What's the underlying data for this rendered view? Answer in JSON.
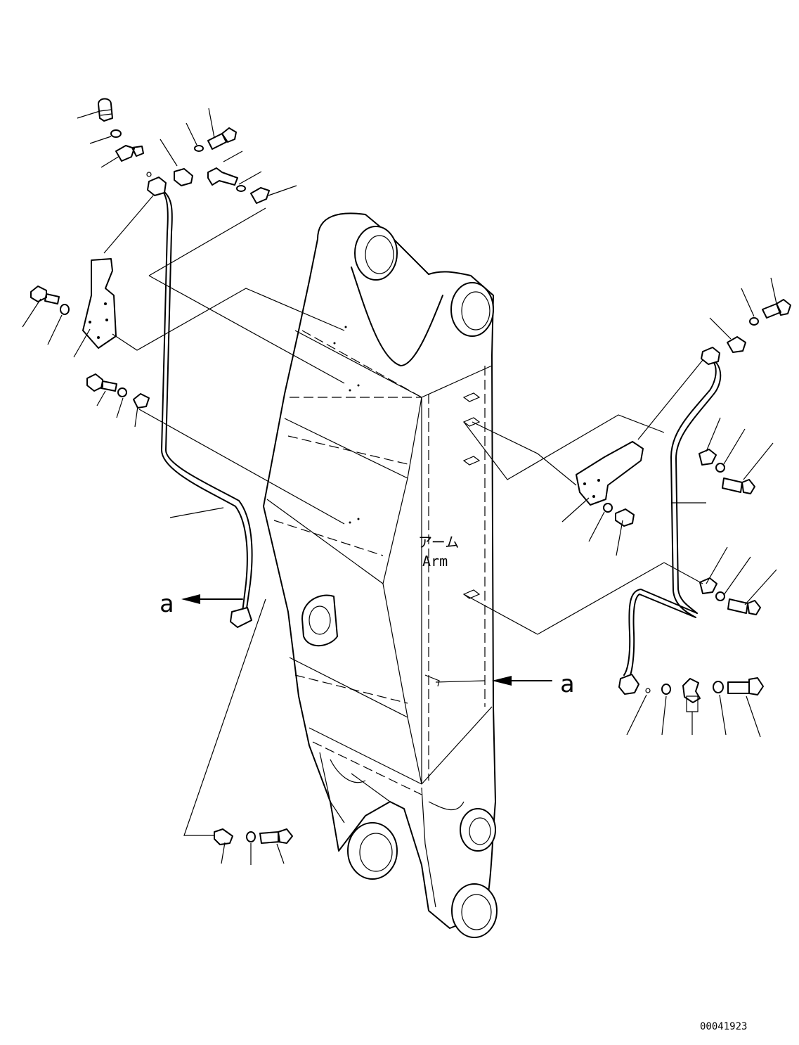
{
  "labels": {
    "part_name_jp": "アーム",
    "part_name_en": "Arm",
    "view_marker_left": "a",
    "view_marker_right": "a",
    "drawing_number": "00041923"
  }
}
